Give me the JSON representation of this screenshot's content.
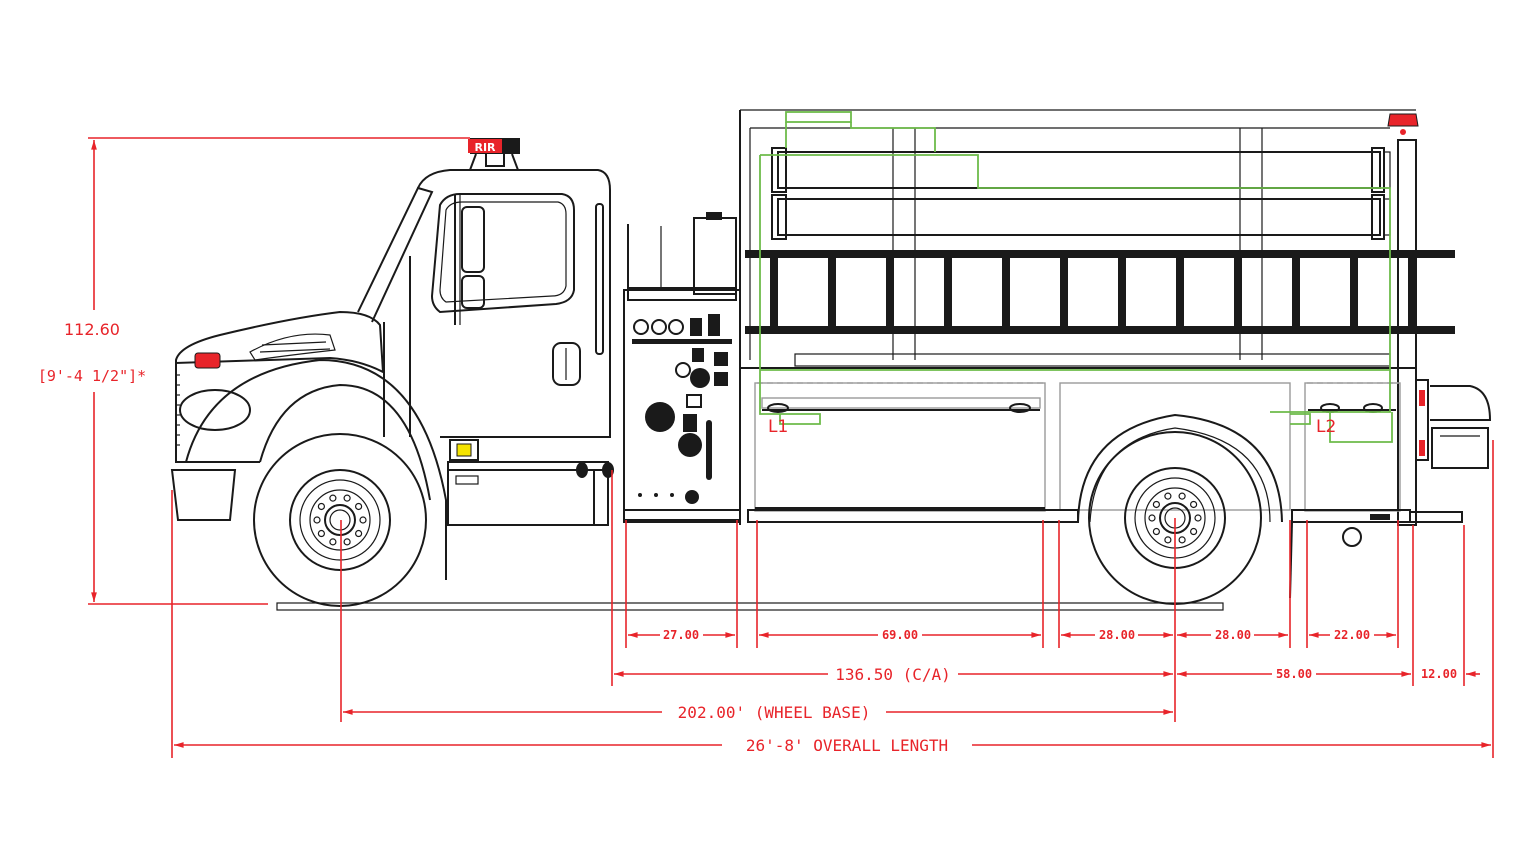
{
  "title": "Tanker apparatus side elevation",
  "colors": {
    "dimension": "#e8242a",
    "linework": "#1a1a1a",
    "compartment_outline": "#6dbb4a",
    "warning_light": "#e8242a",
    "marker_light": "#f5e400"
  },
  "lightbar_label": "RIR",
  "height_dimension": {
    "inches": "112.60",
    "feet_inches": "[9'-4 1/2\"]*"
  },
  "compartment_labels": [
    "L1",
    "L2"
  ],
  "dimensions_row1": [
    {
      "label": "27.00",
      "segment": "pump-panel"
    },
    {
      "label": "69.00",
      "segment": "compartment-L1"
    },
    {
      "label": "28.00",
      "segment": "front-of-rear-axle"
    },
    {
      "label": "28.00",
      "segment": "rear-of-rear-axle"
    },
    {
      "label": "22.00",
      "segment": "compartment-L2"
    }
  ],
  "dimensions_row2": [
    {
      "label": "136.50 (C/A)",
      "segment": "cab-to-axle"
    },
    {
      "label": "58.00",
      "segment": "rear-overhang-to-body"
    },
    {
      "label": "12.00",
      "segment": "rear-step"
    }
  ],
  "wheel_base": {
    "label": "202.00' (WHEEL BASE)"
  },
  "overall_length": {
    "label": "26'-8' OVERALL LENGTH"
  }
}
